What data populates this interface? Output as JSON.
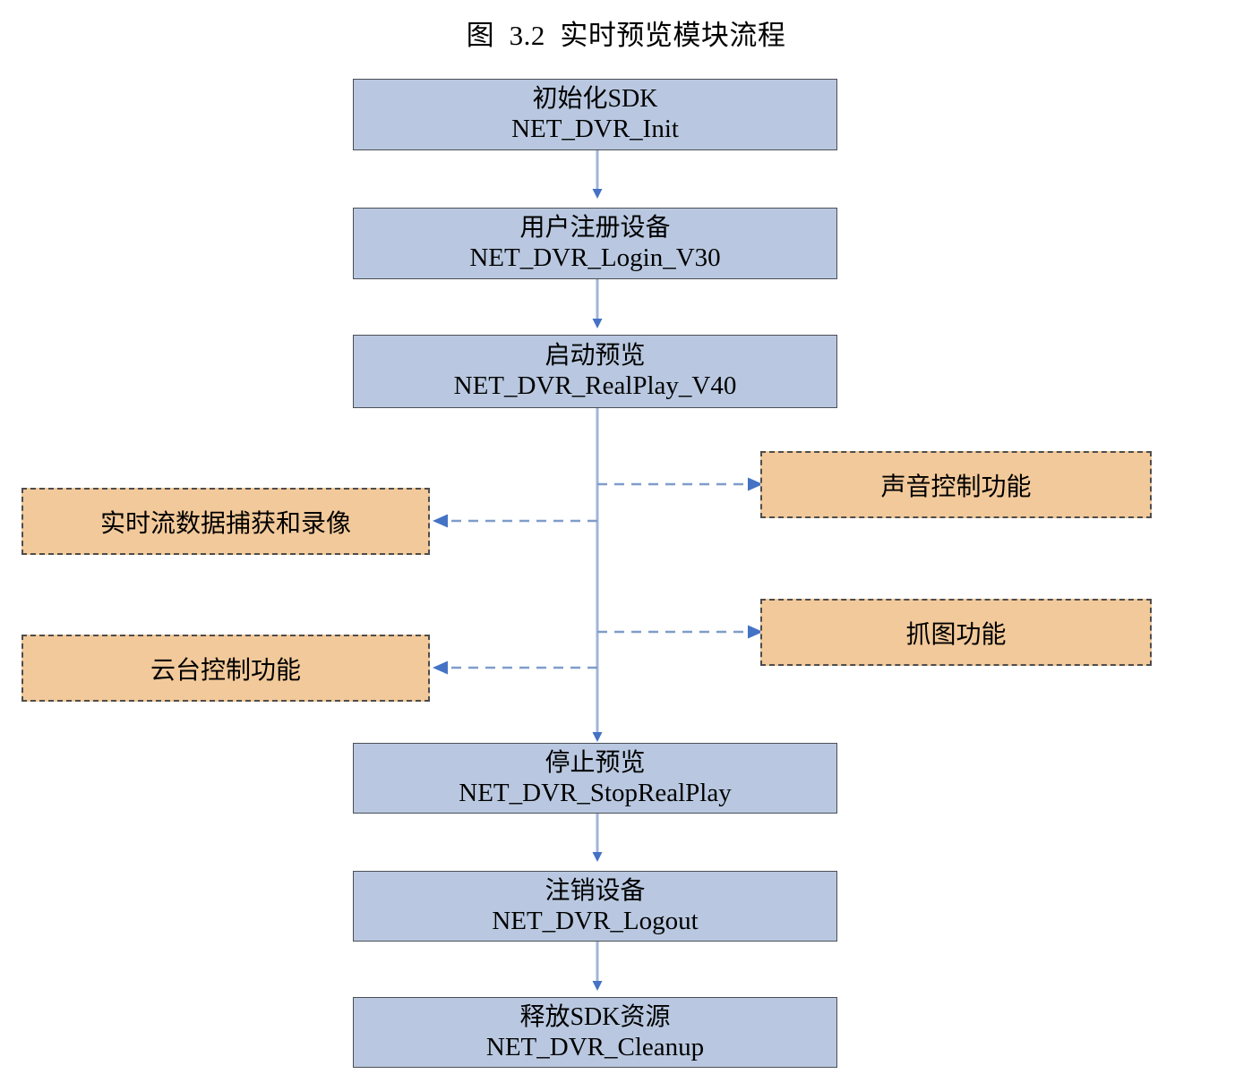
{
  "figure": {
    "title": "图  3.2  实时预览模块流程",
    "type": "flowchart",
    "colors": {
      "process_fill": "#b9c8e0",
      "process_border": "#4a4f56",
      "feature_fill": "#f2c99a",
      "feature_border": "#4d4d4d",
      "connector": "#7f9dc9",
      "arrowhead": "#4472c4"
    }
  },
  "process_nodes": [
    {
      "id": "init",
      "line1": "初始化SDK",
      "line2": "NET_DVR_Init"
    },
    {
      "id": "login",
      "line1": "用户注册设备",
      "line2": "NET_DVR_Login_V30"
    },
    {
      "id": "realplay",
      "line1": "启动预览",
      "line2": "NET_DVR_RealPlay_V40"
    },
    {
      "id": "stopplay",
      "line1": "停止预览",
      "line2": "NET_DVR_StopRealPlay"
    },
    {
      "id": "logout",
      "line1": "注销设备",
      "line2": "NET_DVR_Logout"
    },
    {
      "id": "cleanup",
      "line1": "释放SDK资源",
      "line2": "NET_DVR_Cleanup"
    }
  ],
  "feature_nodes": [
    {
      "id": "sound",
      "label": "声音控制功能",
      "side": "right"
    },
    {
      "id": "capture",
      "label": "实时流数据捕获和录像",
      "side": "left"
    },
    {
      "id": "snapshot",
      "label": "抓图功能",
      "side": "right"
    },
    {
      "id": "ptz",
      "label": "云台控制功能",
      "side": "left"
    }
  ],
  "edges": [
    {
      "from": "init",
      "to": "login",
      "style": "solid"
    },
    {
      "from": "login",
      "to": "realplay",
      "style": "solid"
    },
    {
      "from": "realplay",
      "to": "stopplay",
      "style": "solid"
    },
    {
      "from": "realplay",
      "to": "sound",
      "style": "dashed"
    },
    {
      "from": "realplay",
      "to": "capture",
      "style": "dashed"
    },
    {
      "from": "realplay",
      "to": "snapshot",
      "style": "dashed"
    },
    {
      "from": "realplay",
      "to": "ptz",
      "style": "dashed"
    },
    {
      "from": "stopplay",
      "to": "logout",
      "style": "solid"
    },
    {
      "from": "logout",
      "to": "cleanup",
      "style": "solid"
    }
  ]
}
